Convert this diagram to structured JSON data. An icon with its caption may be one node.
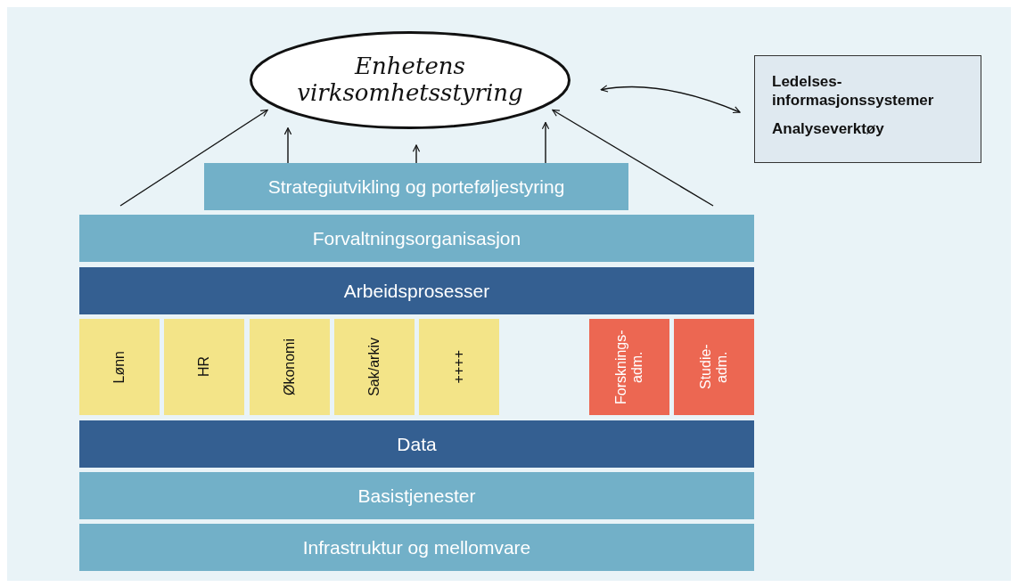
{
  "diagram": {
    "nodes": [
      {
        "text": [
          "Enhetens virksomhetsstyring"
        ]
      },
      {
        "text": [
          "Ledelses- informasjonssystemer",
          "Analyseverktøy"
        ]
      },
      {
        "text": [
          "Strategiutvikling og porteføljestyring"
        ]
      },
      {
        "text": [
          "Forvaltningsorganisasjon"
        ]
      },
      {
        "text": [
          "Arbeidsprosesser"
        ]
      },
      {
        "text": [
          "Lønn"
        ]
      },
      {
        "text": [
          "HR"
        ]
      },
      {
        "text": [
          "Økonomi"
        ]
      },
      {
        "text": [
          "Sak/arkiv"
        ]
      },
      {
        "text": [
          "++++"
        ]
      },
      {
        "text": [
          "Forsknings- adm."
        ]
      },
      {
        "text": [
          "Studie- adm."
        ]
      },
      {
        "text": [
          "Data"
        ]
      },
      {
        "text": [
          "Basistjenester"
        ]
      },
      {
        "text": [
          "Infrastruktur og mellomvare"
        ]
      }
    ],
    "edges": [
      {
        "from": 2,
        "to": 0,
        "arrow": "to"
      },
      {
        "from": 2,
        "to": 0,
        "arrow": "to"
      },
      {
        "from": 2,
        "to": 0,
        "arrow": "to"
      },
      {
        "from": 3,
        "to": 0,
        "arrow": "to"
      },
      {
        "from": 3,
        "to": 0,
        "arrow": "to"
      },
      {
        "from": 0,
        "to": 1,
        "arrow": "both"
      }
    ]
  }
}
